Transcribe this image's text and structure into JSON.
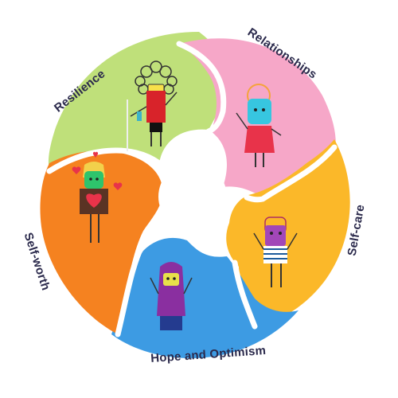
{
  "segments": [
    {
      "id": "resilience",
      "label": "Resilience",
      "color": "#bfe07a"
    },
    {
      "id": "relationships",
      "label": "Relationships",
      "color": "#f6a7c8"
    },
    {
      "id": "self-care",
      "label": "Self-care",
      "color": "#fbb829"
    },
    {
      "id": "hope",
      "label": "Hope and Optimism",
      "color": "#3d9be3"
    },
    {
      "id": "self-worth",
      "label": "Self-worth",
      "color": "#f58220"
    }
  ]
}
